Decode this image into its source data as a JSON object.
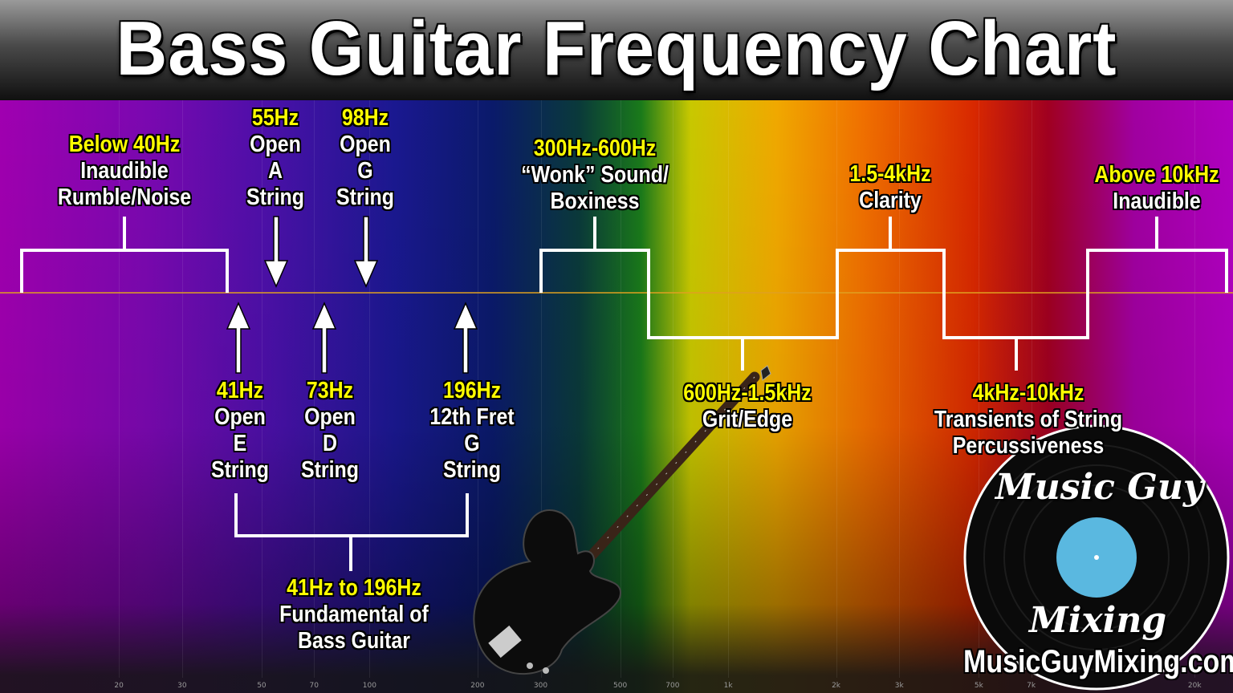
{
  "title": "Bass Guitar Frequency Chart",
  "top_labels": [
    {
      "freq": "Below 40Hz",
      "lines": [
        "Inaudible",
        "Rumble/Noise"
      ]
    },
    {
      "freq": "55Hz",
      "lines": [
        "Open",
        "A",
        "String"
      ]
    },
    {
      "freq": "98Hz",
      "lines": [
        "Open",
        "G",
        "String"
      ]
    },
    {
      "freq": "300Hz-600Hz",
      "lines": [
        "“Wonk” Sound/",
        "Boxiness"
      ]
    },
    {
      "freq": "1.5-4kHz",
      "lines": [
        "Clarity"
      ]
    },
    {
      "freq": "Above 10kHz",
      "lines": [
        "Inaudible"
      ]
    }
  ],
  "bottom_labels": [
    {
      "freq": "41Hz",
      "lines": [
        "Open",
        "E",
        "String"
      ]
    },
    {
      "freq": "73Hz",
      "lines": [
        "Open",
        "D",
        "String"
      ]
    },
    {
      "freq": "196Hz",
      "lines": [
        "12th Fret",
        "G",
        "String"
      ]
    },
    {
      "freq": "600Hz-1.5kHz",
      "lines": [
        "Grit/Edge"
      ]
    },
    {
      "freq": "4kHz-10kHz",
      "lines": [
        "Transients of String",
        "Percussiveness"
      ]
    },
    {
      "freq": "41Hz to 196Hz",
      "lines": [
        "Fundamental of",
        "Bass Guitar"
      ]
    }
  ],
  "axis_ticks": [
    {
      "label": "20",
      "hz": 20
    },
    {
      "label": "30",
      "hz": 30
    },
    {
      "label": "50",
      "hz": 50
    },
    {
      "label": "70",
      "hz": 70
    },
    {
      "label": "100",
      "hz": 100
    },
    {
      "label": "200",
      "hz": 200
    },
    {
      "label": "300",
      "hz": 300
    },
    {
      "label": "500",
      "hz": 500
    },
    {
      "label": "700",
      "hz": 700
    },
    {
      "label": "1k",
      "hz": 1000
    },
    {
      "label": "2k",
      "hz": 2000
    },
    {
      "label": "3k",
      "hz": 3000
    },
    {
      "label": "5k",
      "hz": 5000
    },
    {
      "label": "7k",
      "hz": 7000
    },
    {
      "label": "20k",
      "hz": 20000
    }
  ],
  "axis_scale": "log",
  "logo": {
    "line1": "Music Guy",
    "line2": "Mixing",
    "url": "MusicGuyMixing.com"
  },
  "colors": {
    "label_highlight": "#ffff00",
    "label_text": "#ffffff",
    "baseline": "#e0a020",
    "label_disc": "#5ab8e0"
  }
}
